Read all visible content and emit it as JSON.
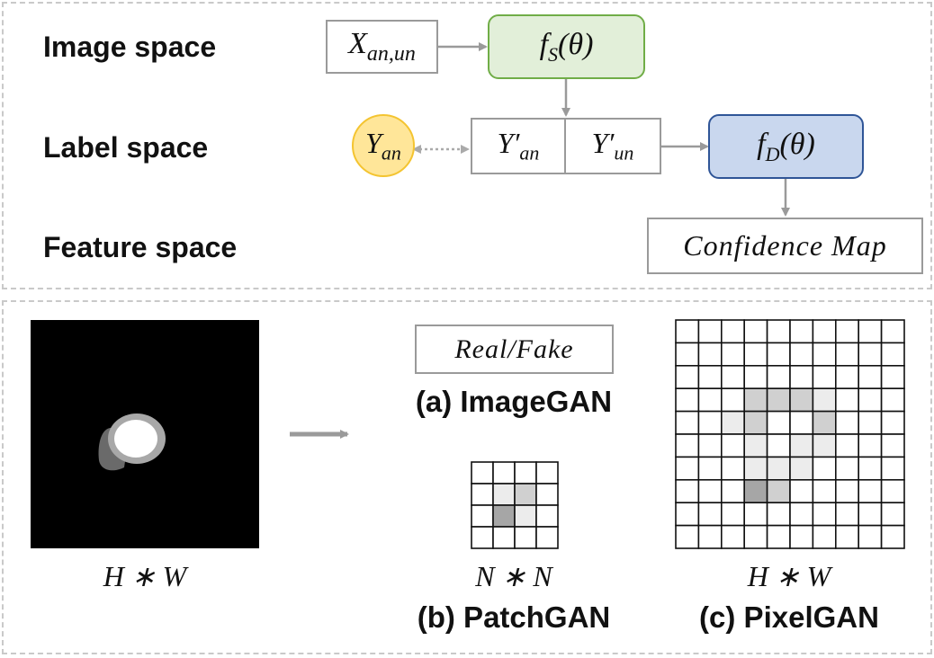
{
  "rows": {
    "image_space": "Image space",
    "label_space": "Label space",
    "feature_space": "Feature space"
  },
  "nodes": {
    "x_input": {
      "base": "X",
      "sub": "an,un"
    },
    "generator": {
      "base": "f",
      "sub": "S",
      "arg": "(θ)",
      "color": "#e2efd9",
      "border": "#70ad47"
    },
    "y_gt": {
      "base": "Y",
      "sub": "an",
      "color": "#ffe699",
      "border": "#f4c430"
    },
    "y_pred_an": {
      "base": "Y′",
      "sub": "an"
    },
    "y_pred_un": {
      "base": "Y′",
      "sub": "un"
    },
    "discriminator": {
      "base": "f",
      "sub": "D",
      "arg": "(θ)",
      "color": "#c9d7ee",
      "border": "#2f5597"
    },
    "confidence_map": "Confidence Map"
  },
  "bottom": {
    "input_size": "H ∗ W",
    "real_fake": "Real/Fake",
    "image_gan": "(a) ImageGAN",
    "patch_size": "N ∗ N",
    "patch_gan": "(b) PatchGAN",
    "pixel_size": "H ∗ W",
    "pixel_gan": "(c) PixelGAN"
  },
  "colors": {
    "panel_border": "#c9c9c9",
    "arrow": "#9a9a9a",
    "cell_light": "#ececec",
    "cell_mid": "#d0d0d0",
    "cell_dark": "#a6a6a6"
  },
  "patch_grid": {
    "size": 4,
    "cells": [
      [
        1,
        1,
        "light"
      ],
      [
        1,
        2,
        "mid"
      ],
      [
        2,
        1,
        "dark"
      ],
      [
        2,
        2,
        "light"
      ]
    ]
  },
  "pixel_grid": {
    "size": 10,
    "cells": [
      [
        3,
        3,
        "mid"
      ],
      [
        3,
        4,
        "mid"
      ],
      [
        3,
        5,
        "mid"
      ],
      [
        3,
        6,
        "light"
      ],
      [
        4,
        2,
        "light"
      ],
      [
        4,
        3,
        "mid"
      ],
      [
        4,
        6,
        "mid"
      ],
      [
        5,
        3,
        "light"
      ],
      [
        5,
        5,
        "light"
      ],
      [
        5,
        6,
        "light"
      ],
      [
        6,
        3,
        "light"
      ],
      [
        6,
        4,
        "light"
      ],
      [
        6,
        5,
        "light"
      ],
      [
        7,
        3,
        "dark"
      ],
      [
        7,
        4,
        "mid"
      ]
    ]
  }
}
